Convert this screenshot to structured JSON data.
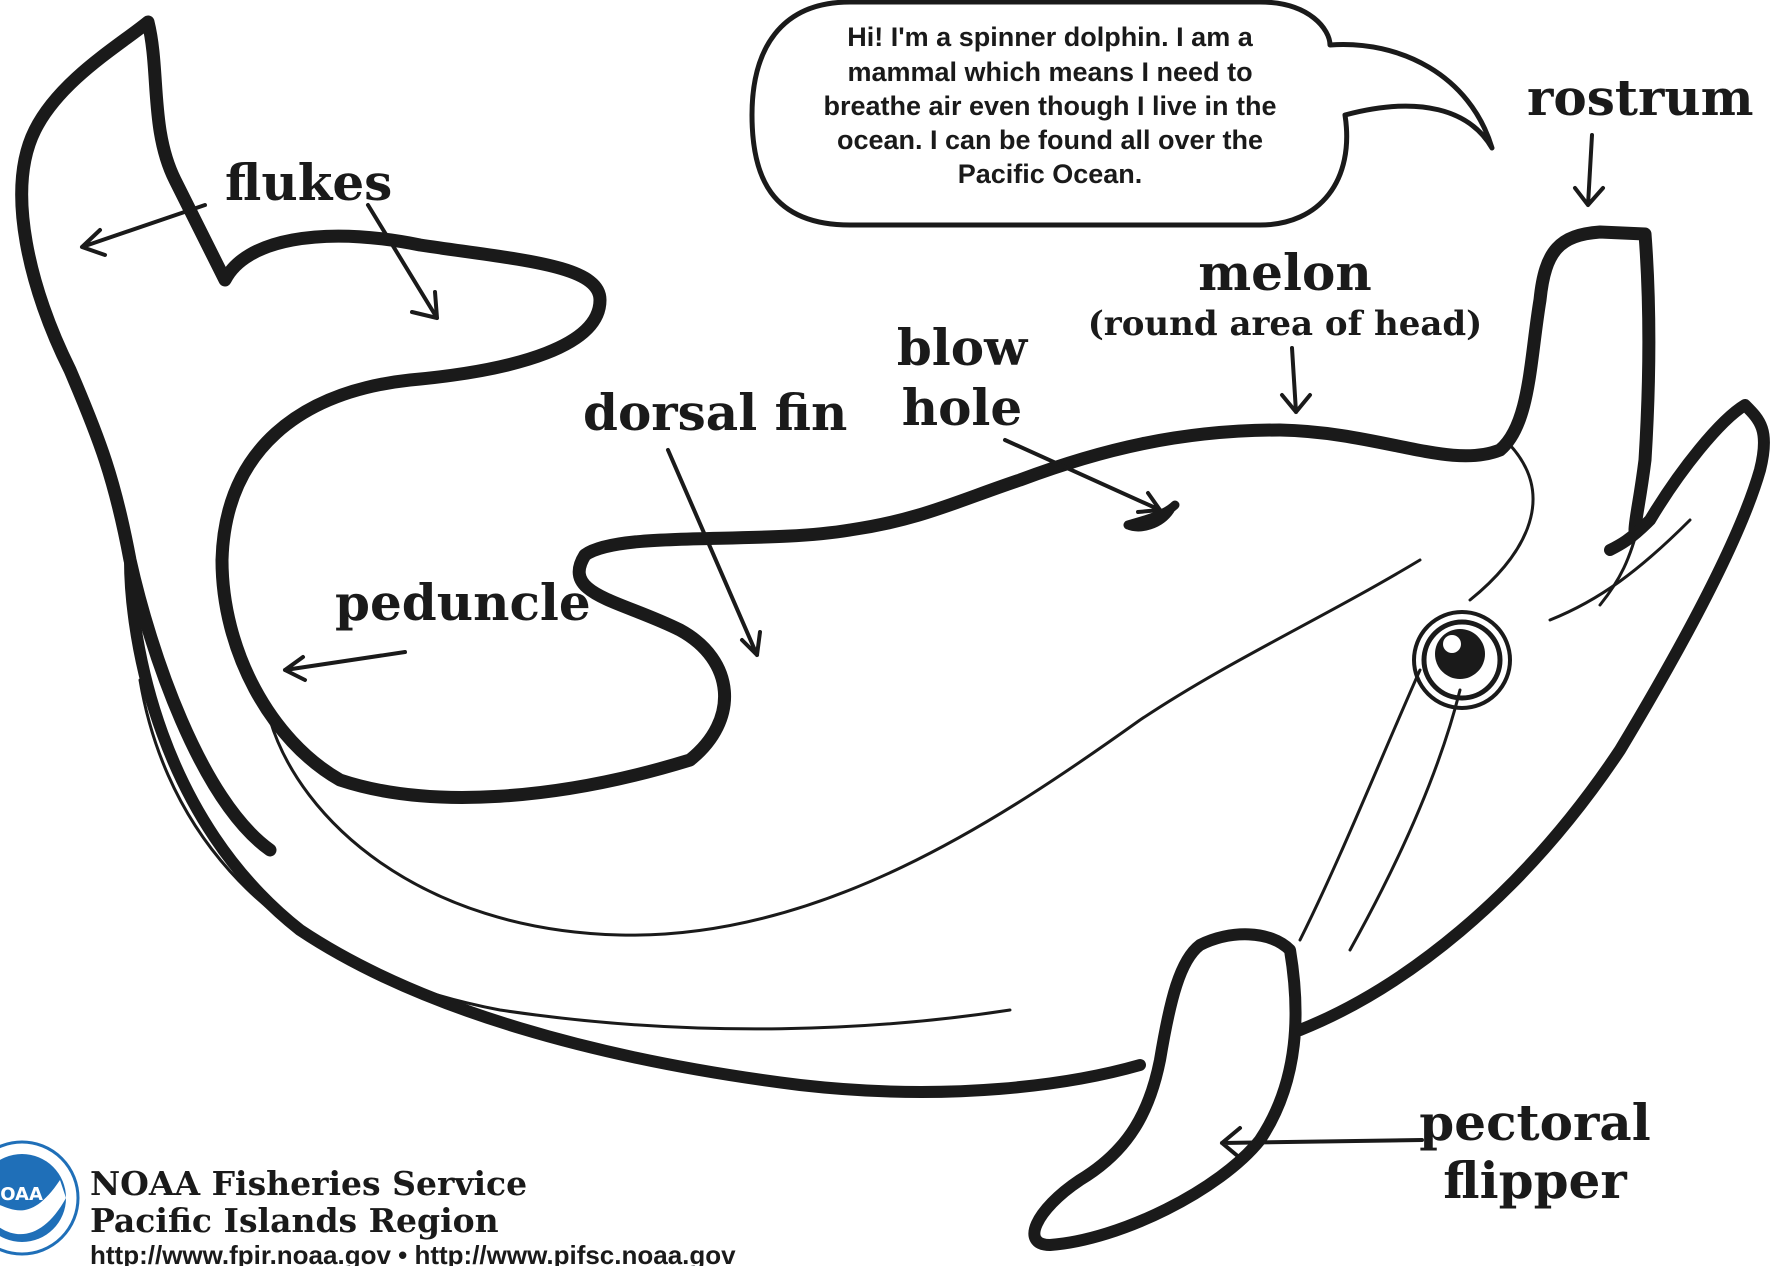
{
  "speech_bubble": {
    "lines": [
      "Hi! I'm a spinner dolphin. I am a",
      "mammal which means I need to",
      "breathe air even though I live in the",
      "ocean. I can be found all over the",
      "Pacific Ocean."
    ]
  },
  "labels": {
    "flukes": "flukes",
    "rostrum": "rostrum",
    "melon": "melon",
    "melon_note": "(round area of head)",
    "blow_hole_1": "blow",
    "blow_hole_2": "hole",
    "dorsal_fin": "dorsal fin",
    "peduncle": "peduncle",
    "pectoral_1": "pectoral",
    "pectoral_2": "flipper"
  },
  "footer": {
    "org_line_1": "NOAA Fisheries Service",
    "org_line_2": "Pacific Islands Region",
    "urls": "http://www.fpir.noaa.gov • http://www.pifsc.noaa.gov",
    "logo_text": "NOAA"
  },
  "colors": {
    "ink": "#1a1a1a",
    "background": "#ffffff",
    "logo_blue": "#1f6fb8"
  }
}
